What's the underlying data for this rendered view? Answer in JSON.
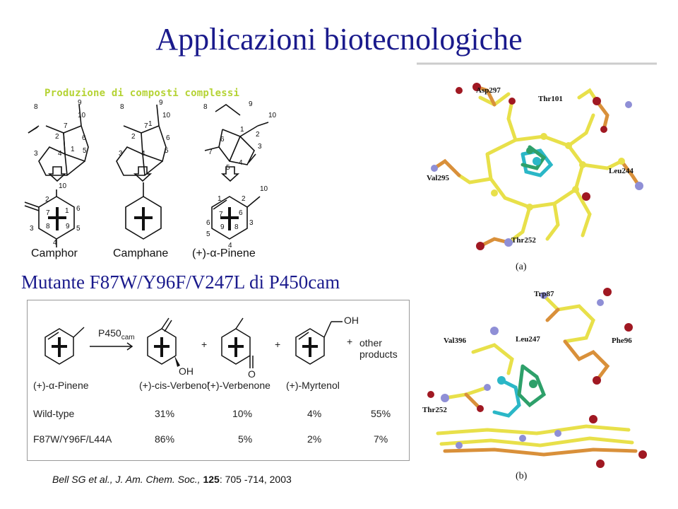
{
  "slide": {
    "title": "Applicazioni biotecnologiche",
    "subtitle": "Produzione di composti complessi",
    "mutant_title": "Mutante F87W/Y96F/V247L di P450cam"
  },
  "compounds": {
    "camphor": "Camphor",
    "camphane": "Camphane",
    "pinene": "(+)-α-Pinene"
  },
  "reaction": {
    "enzyme": "P450",
    "enzyme_sub": "cam",
    "plus": "+",
    "products": [
      "(+)-α-Pinene",
      "(+)-cis-Verbenol",
      "(+)-Verbenone",
      "(+)-Myrtenol"
    ],
    "other": [
      "other",
      "products"
    ],
    "oh": "OH",
    "o": "O"
  },
  "table": {
    "rows": [
      {
        "label": "Wild-type",
        "values": [
          "31%",
          "10%",
          "4%",
          "55%"
        ]
      },
      {
        "label": "F87W/Y96F/L44A",
        "values": [
          "86%",
          "5%",
          "2%",
          "7%"
        ]
      }
    ]
  },
  "citation": {
    "authors": "Bell SG et al., J. Am. Chem. Soc.,",
    "volume": "125",
    "pages": ": 705 -714, 2003"
  },
  "panel_a": {
    "caption": "(a)",
    "residues": [
      "Asp297",
      "Thr101",
      "Leu244",
      "Val295",
      "Thr252"
    ]
  },
  "panel_b": {
    "caption": "(b)",
    "residues": [
      "Trp87",
      "Val396",
      "Leu247",
      "Phe96",
      "Thr252"
    ]
  },
  "colors": {
    "title": "#1a1a8c",
    "subtitle": "#b5d334",
    "backbone": "#e8e04a",
    "orange": "#d9903a",
    "red": "#a01822",
    "blue": "#8f8fd6",
    "cyan": "#2bb7c7",
    "green": "#2ea06a"
  }
}
